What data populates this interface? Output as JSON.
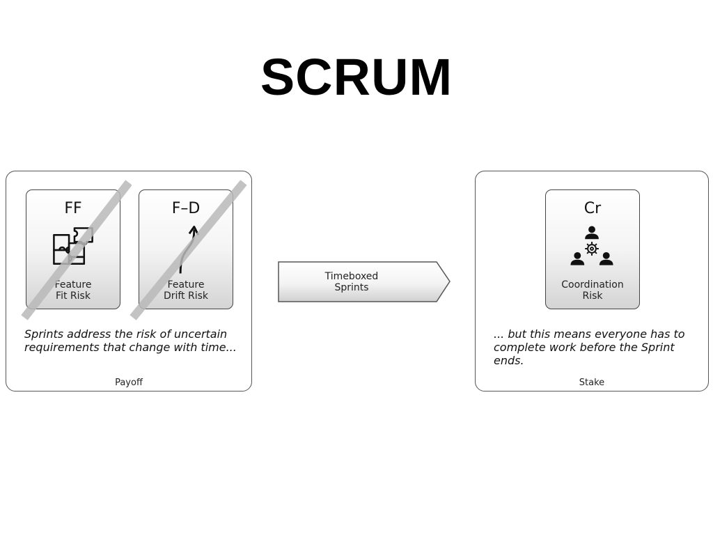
{
  "title": "SCRUM",
  "payoff_panel": {
    "label": "Payoff",
    "cards": [
      {
        "abbr": "FF",
        "name_line1": "Feature",
        "name_line2": "Fit Risk",
        "icon": "puzzle-icon",
        "struck_out": true
      },
      {
        "abbr": "F–D",
        "name_line1": "Feature",
        "name_line2": "Drift Risk",
        "icon": "curved-arrow-icon",
        "struck_out": true
      }
    ],
    "description": "Sprints address the risk of uncertain requirements that change with time..."
  },
  "action": {
    "line1": "Timeboxed",
    "line2": "Sprints"
  },
  "stake_panel": {
    "label": "Stake",
    "cards": [
      {
        "abbr": "Cr",
        "name_line1": "Coordination",
        "name_line2": "Risk",
        "icon": "team-gear-icon",
        "struck_out": false
      }
    ],
    "description": "... but this means everyone has to complete work before the Sprint ends."
  }
}
